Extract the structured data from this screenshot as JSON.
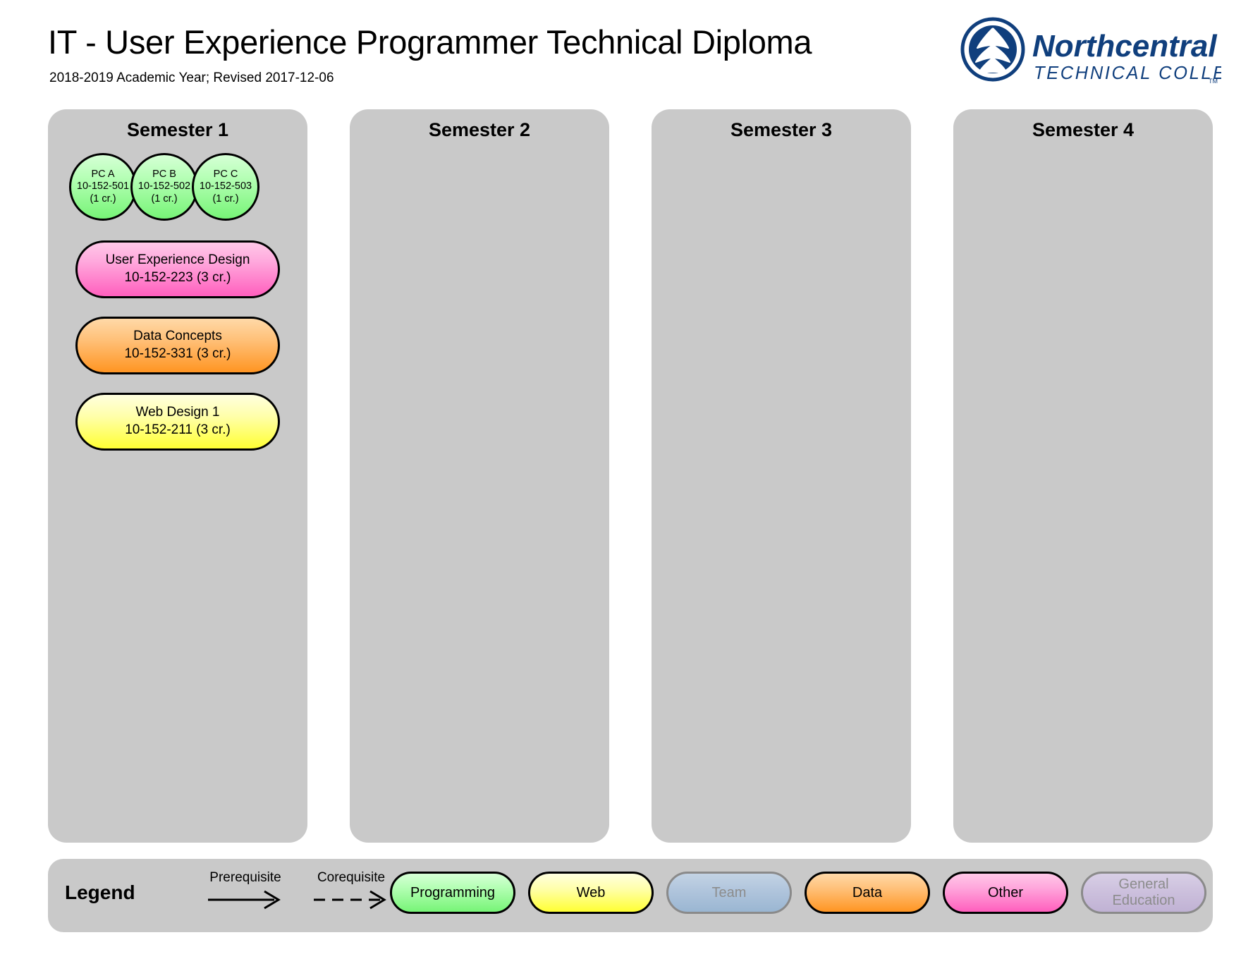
{
  "header": {
    "title": "IT - User Experience Programmer Technical Diploma",
    "subtitle": "2018-2019 Academic Year; Revised 2017-12-06",
    "logo": {
      "name": "Northcentral",
      "tagline": "TECHNICAL COLLEGE",
      "trademark": "TM",
      "color": "#103f7d"
    }
  },
  "semesters": [
    {
      "title": "Semester 1",
      "circle_courses": [
        {
          "name": "PC A",
          "code": "10-152-501",
          "credits": "(1 cr.)",
          "category": "programming"
        },
        {
          "name": "PC B",
          "code": "10-152-502",
          "credits": "(1 cr.)",
          "category": "programming"
        },
        {
          "name": "PC C",
          "code": "10-152-503",
          "credits": "(1 cr.)",
          "category": "programming"
        }
      ],
      "courses": [
        {
          "name": "User Experience Design",
          "code_credits": "10-152-223 (3 cr.)",
          "category": "other"
        },
        {
          "name": "Data Concepts",
          "code_credits": "10-152-331 (3 cr.)",
          "category": "data"
        },
        {
          "name": "Web Design 1",
          "code_credits": "10-152-211 (3 cr.)",
          "category": "web"
        }
      ]
    },
    {
      "title": "Semester 2",
      "circle_courses": [],
      "courses": []
    },
    {
      "title": "Semester 3",
      "circle_courses": [],
      "courses": []
    },
    {
      "title": "Semester 4",
      "circle_courses": [],
      "courses": []
    }
  ],
  "legend": {
    "label": "Legend",
    "prerequisite_label": "Prerequisite",
    "corequisite_label": "Corequisite",
    "categories": [
      {
        "label": "Programming",
        "key": "programming",
        "color": "#77f477",
        "faded": false
      },
      {
        "label": "Web",
        "key": "web",
        "color": "#ffff33",
        "faded": false
      },
      {
        "label": "Team",
        "key": "team",
        "color": "#9ab6d2",
        "faded": true
      },
      {
        "label": "Data",
        "key": "data",
        "color": "#ff9522",
        "faded": false
      },
      {
        "label": "Other",
        "key": "other",
        "color": "#ff5fbd",
        "faded": false
      },
      {
        "label": "General\nEducation",
        "key": "general-education",
        "color": "#c0b2d4",
        "faded": true
      }
    ]
  },
  "colors": {
    "column_background": "#c9c9c9",
    "page_background": "#ffffff",
    "node_border": "#000000"
  }
}
